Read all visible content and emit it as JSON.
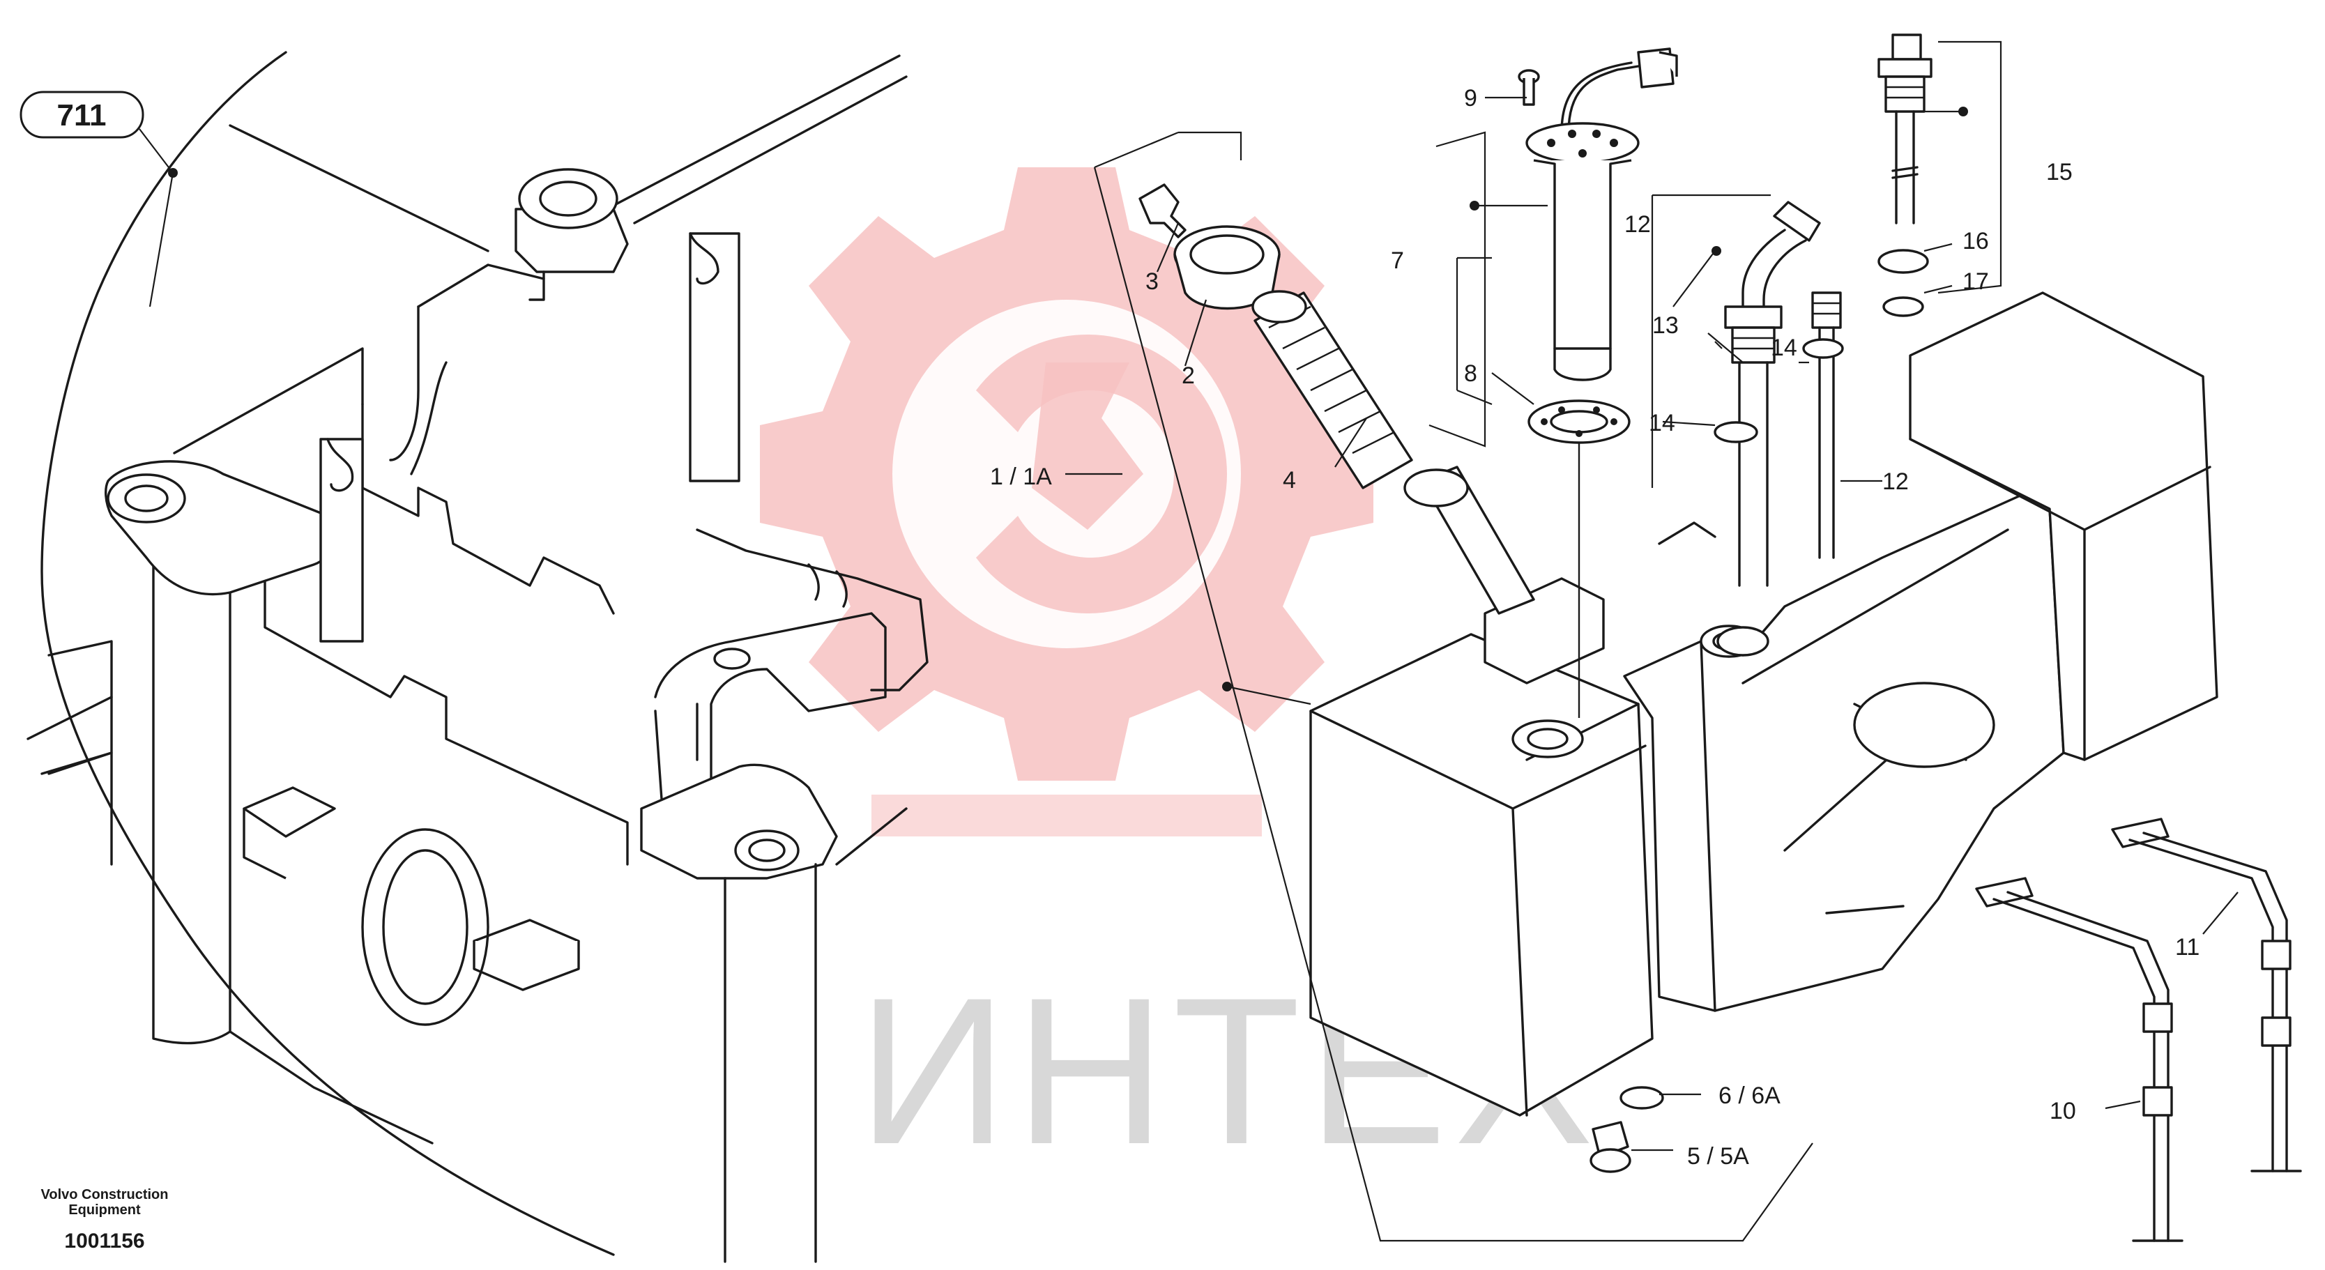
{
  "group_ref": "711",
  "callouts": {
    "c1": "1 / 1A",
    "c2": "2",
    "c3": "3",
    "c4": "4",
    "c5": "5 / 5A",
    "c6": "6 / 6A",
    "c7": "7",
    "c8": "8",
    "c9": "9",
    "c10": "10",
    "c11": "11",
    "c12a": "12",
    "c12b": "12",
    "c13": "13",
    "c14a": "14",
    "c14b": "14",
    "c15": "15",
    "c16": "16",
    "c17": "17"
  },
  "watermark": {
    "text": "ИНТЕХ",
    "logo_color": "#f5b5b5",
    "text_color": "#d8d8d8"
  },
  "footer": {
    "brand_line1": "Volvo Construction",
    "brand_line2": "Equipment",
    "drawing_number": "1001156"
  }
}
